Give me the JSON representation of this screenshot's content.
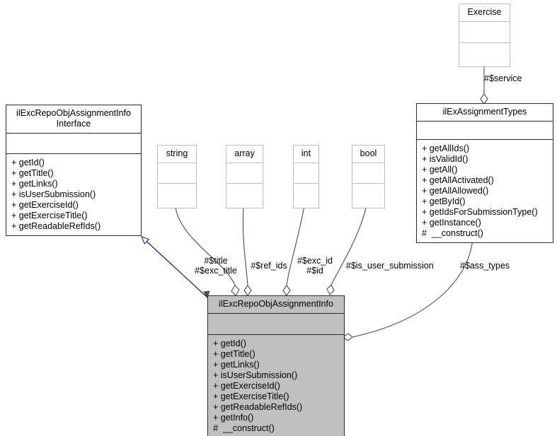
{
  "diagram": {
    "type": "uml-class-diagram",
    "colors": {
      "background": "#ffffff",
      "border_dark": "#2b2b2b",
      "border_light": "#bdbdbd",
      "fill_highlight": "#c0c0c0",
      "edge_association": "#4d4d4d",
      "edge_inheritance": "#191970",
      "text": "#000000"
    },
    "classes": [
      {
        "id": "exercise",
        "name": "Exercise",
        "attributes": [],
        "operations": [],
        "style": "light"
      },
      {
        "id": "assignment_types",
        "name": "ilExAssignmentTypes",
        "attributes": [],
        "operations": [
          "+ getAllIds()",
          "+ isValidId()",
          "+ getAll()",
          "+ getAllActivated()",
          "+ getAllAllowed()",
          "+ getById()",
          "+ getIdsForSubmissionType()",
          "+ getInstance()",
          "#  __construct()"
        ],
        "style": "dark"
      },
      {
        "id": "interface",
        "name": "ilExcRepoObjAssignmentInfo\nInterface",
        "attributes": [],
        "operations": [
          "+ getId()",
          "+ getTitle()",
          "+ getLinks()",
          "+ isUserSubmission()",
          "+ getExerciseId()",
          "+ getExerciseTitle()",
          "+ getReadableRefIds()"
        ],
        "style": "dark"
      },
      {
        "id": "type_string",
        "name": "string",
        "attributes": [],
        "operations": [],
        "style": "light"
      },
      {
        "id": "type_array",
        "name": "array",
        "attributes": [],
        "operations": [],
        "style": "light"
      },
      {
        "id": "type_int",
        "name": "int",
        "attributes": [],
        "operations": [],
        "style": "light"
      },
      {
        "id": "type_bool",
        "name": "bool",
        "attributes": [],
        "operations": [],
        "style": "light"
      },
      {
        "id": "main_class",
        "name": "ilExcRepoObjAssignmentInfo",
        "attributes": [],
        "operations": [
          "+ getId()",
          "+ getTitle()",
          "+ getLinks()",
          "+ isUserSubmission()",
          "+ getExerciseId()",
          "+ getExerciseTitle()",
          "+ getReadableRefIds()",
          "+ getInfo()",
          "#  __construct()"
        ],
        "style": "filled"
      }
    ],
    "edges": [
      {
        "id": "edge-service",
        "kind": "aggregation",
        "from": "exercise",
        "to": "assignment_types",
        "label": "#$service"
      },
      {
        "id": "edge-realization",
        "kind": "realization",
        "from": "main_class",
        "to": "interface",
        "label": ""
      },
      {
        "id": "edge-title",
        "kind": "aggregation",
        "from": "type_string",
        "to": "main_class",
        "label": "#$title\n#$exc_title"
      },
      {
        "id": "edge-ref-ids",
        "kind": "aggregation",
        "from": "type_array",
        "to": "main_class",
        "label": "#$ref_ids"
      },
      {
        "id": "edge-exc-id",
        "kind": "aggregation",
        "from": "type_int",
        "to": "main_class",
        "label": "#$exc_id\n#$id"
      },
      {
        "id": "edge-is-user-submission",
        "kind": "aggregation",
        "from": "type_bool",
        "to": "main_class",
        "label": "#$is_user_submission"
      },
      {
        "id": "edge-ass-types",
        "kind": "aggregation",
        "from": "assignment_types",
        "to": "main_class",
        "label": "#$ass_types"
      }
    ]
  }
}
